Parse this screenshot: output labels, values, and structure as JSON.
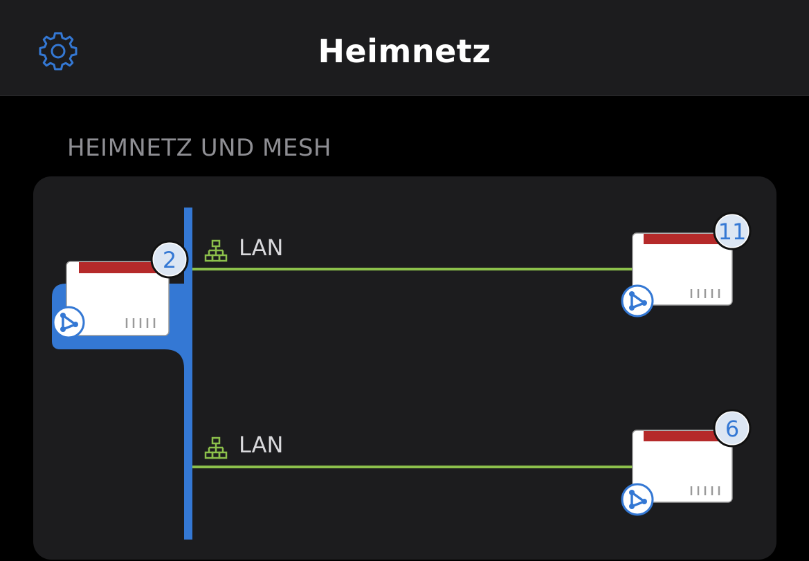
{
  "header": {
    "title": "Heimnetz",
    "settings_icon": "gear-icon"
  },
  "section": {
    "title": "HEIMNETZ UND MESH"
  },
  "network": {
    "root": {
      "badge": "2",
      "icon": "mesh-icon"
    },
    "connections": [
      {
        "type_label": "LAN",
        "icon": "lan-network-icon",
        "device_badge": "11",
        "device_icon": "mesh-icon"
      },
      {
        "type_label": "LAN",
        "icon": "lan-network-icon",
        "device_badge": "6",
        "device_icon": "mesh-icon"
      }
    ]
  },
  "colors": {
    "accent_blue": "#3478d4",
    "lan_green": "#8cc04b",
    "device_red": "#b52a2a",
    "card_bg": "#1c1c1e",
    "header_bg": "#1c1c1e"
  }
}
